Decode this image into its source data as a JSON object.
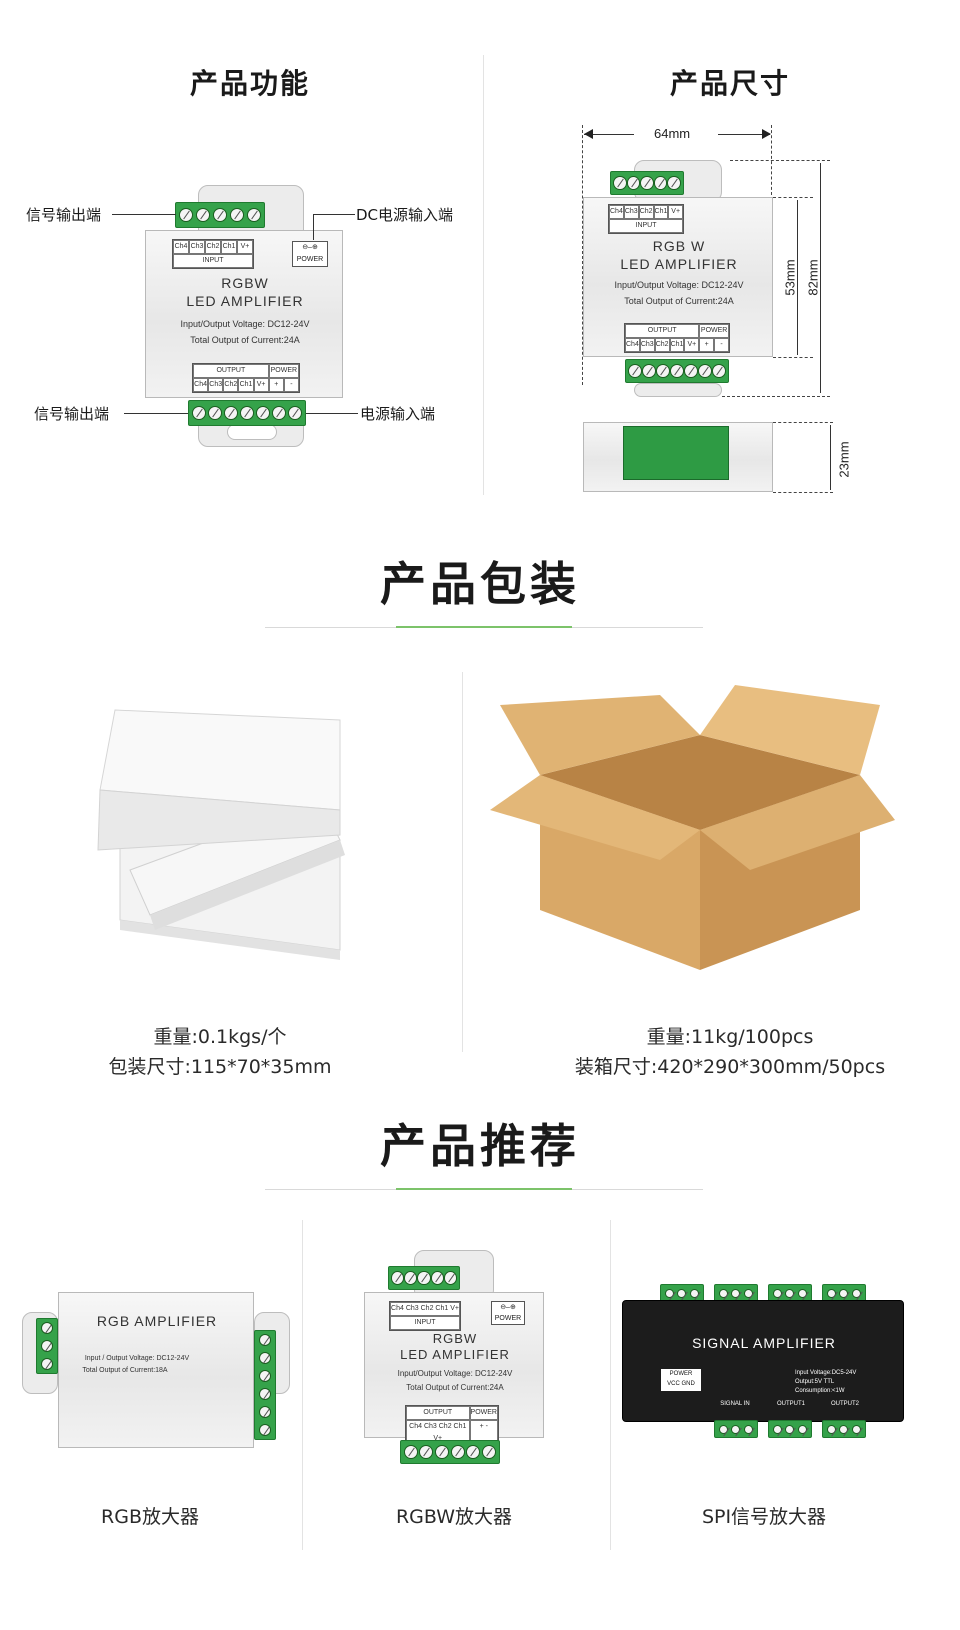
{
  "sections": {
    "function_title": "产品功能",
    "size_title": "产品尺寸",
    "package_title": "产品包装",
    "recommend_title": "产品推荐"
  },
  "function_diagram": {
    "callout_top_left": "信号输出端",
    "callout_top_right": "DC电源输入端",
    "callout_bottom_left": "信号输出端",
    "callout_bottom_right": "电源输入端",
    "device": {
      "name_line1": "RGBW",
      "name_line2": "LED AMPLIFIER",
      "spec_line1": "Input/Output Voltage: DC12-24V",
      "spec_line2": "Total Output of Current:24A",
      "input_cells": [
        "Ch4",
        "Ch3",
        "Ch2",
        "Ch1",
        "V+"
      ],
      "input_label": "INPUT",
      "power_label": "POWER",
      "output_label": "OUTPUT",
      "output_cells": [
        "Ch4",
        "Ch3",
        "Ch2",
        "Ch1",
        "V+",
        "+",
        "-"
      ]
    }
  },
  "size_diagram": {
    "width": "64mm",
    "height_inner": "53mm",
    "height_outer": "82mm",
    "depth": "23mm",
    "device": {
      "name_line1": "RGB W",
      "name_line2": "LED AMPLIFIER",
      "spec_line1": "Input/Output Voltage: DC12-24V",
      "spec_line2": "Total Output of Current:24A",
      "input_cells": [
        "Ch4",
        "Ch3",
        "Ch2",
        "Ch1",
        "V+"
      ],
      "input_label": "INPUT",
      "output_label": "OUTPUT",
      "power_label": "POWER",
      "output_cells": [
        "Ch4",
        "Ch3",
        "Ch2",
        "Ch1",
        "V+",
        "+",
        "-"
      ]
    }
  },
  "packaging": {
    "left_line1": "重量:0.1kgs/个",
    "left_line2": "包装尺寸:115*70*35mm",
    "right_line1": "重量:11kg/100pcs",
    "right_line2": "装箱尺寸:420*290*300mm/50pcs"
  },
  "recommend": [
    {
      "caption": "RGB放大器",
      "device_name": "RGB AMPLIFIER",
      "spec_line1": "Input / Output  Voltage: DC12-24V",
      "spec_line2": "Total Output of Current:18A"
    },
    {
      "caption": "RGBW放大器",
      "device_name_line1": "RGBW",
      "device_name_line2": "LED AMPLIFIER",
      "spec_line1": "Input/Output Voltage: DC12-24V",
      "spec_line2": "Total Output of Current:24A",
      "power_label": "POWER",
      "input_label": "INPUT",
      "output_label": "OUTPUT"
    },
    {
      "caption": "SPI信号放大器",
      "device_name": "SIGNAL AMPLIFIER",
      "spec_line1": "Input Voltage:DC5-24V",
      "spec_line2": "Output:5V TTL",
      "spec_line3": "Consumption:<1W",
      "power_label": "POWER",
      "vcc": "VCC",
      "gnd": "GND",
      "signal_in": "SIGNAL IN",
      "output1": "OUTPUT1",
      "output2": "OUTPUT2"
    }
  ],
  "colors": {
    "accent_green": "#7cc36a",
    "terminal_green": "#35a24a",
    "cardboard": "#d9a867"
  }
}
